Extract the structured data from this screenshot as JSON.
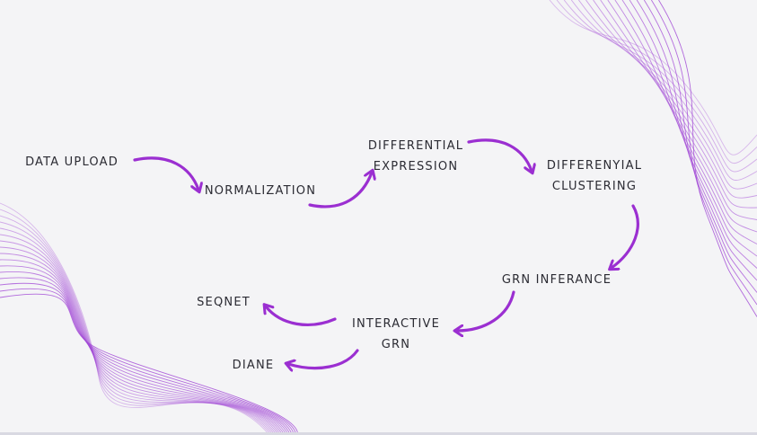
{
  "colors": {
    "accent": "#9b2fd1",
    "wave": "#a24ad6",
    "text": "#2b2b33",
    "background": "#f4f4f6"
  },
  "steps": {
    "data_upload": [
      "DATA UPLOAD"
    ],
    "normalization": [
      "NORMALIZATION"
    ],
    "differential_expression": [
      "DIFFERENTIAL",
      "EXPRESSION"
    ],
    "differential_clustering": [
      "DIFFERENYIAL",
      "CLUSTERING"
    ],
    "grn_inference": [
      "GRN INFERANCE"
    ],
    "interactive_grn": [
      "INTERACTIVE",
      "GRN"
    ],
    "seqnet": [
      "SEQNET"
    ],
    "diane": [
      "DIANE"
    ]
  }
}
